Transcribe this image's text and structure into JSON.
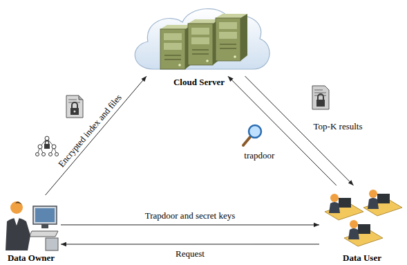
{
  "diagram": {
    "nodes": [
      {
        "text": [
          "Cloud Server"
        ]
      },
      {
        "text": [
          "Data Owner"
        ]
      },
      {
        "text": [
          "Data User"
        ]
      }
    ],
    "edges": [
      {
        "from": 1,
        "to": 0,
        "label": "Encrypted index and files",
        "arrow": "to"
      },
      {
        "from": 0,
        "to": 2,
        "label": "Top-K results",
        "arrow": "to"
      },
      {
        "from": 2,
        "to": 0,
        "label": "trapdoor",
        "arrow": "to"
      },
      {
        "from": 1,
        "to": 2,
        "label": "Trapdoor and secret keys",
        "arrow": "to"
      },
      {
        "from": 2,
        "to": 1,
        "label": "Request",
        "arrow": "to"
      }
    ]
  }
}
